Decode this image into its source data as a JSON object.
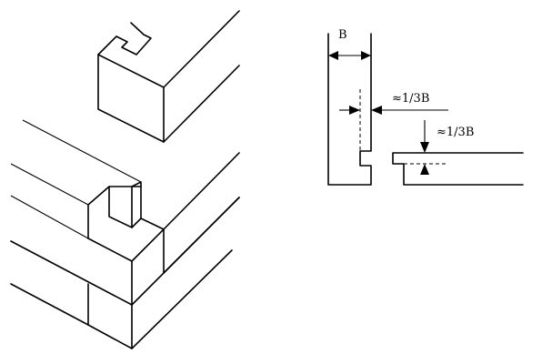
{
  "labels": {
    "width": "B",
    "notch_width": "≈1/3B",
    "notch_depth": "≈1/3B"
  }
}
